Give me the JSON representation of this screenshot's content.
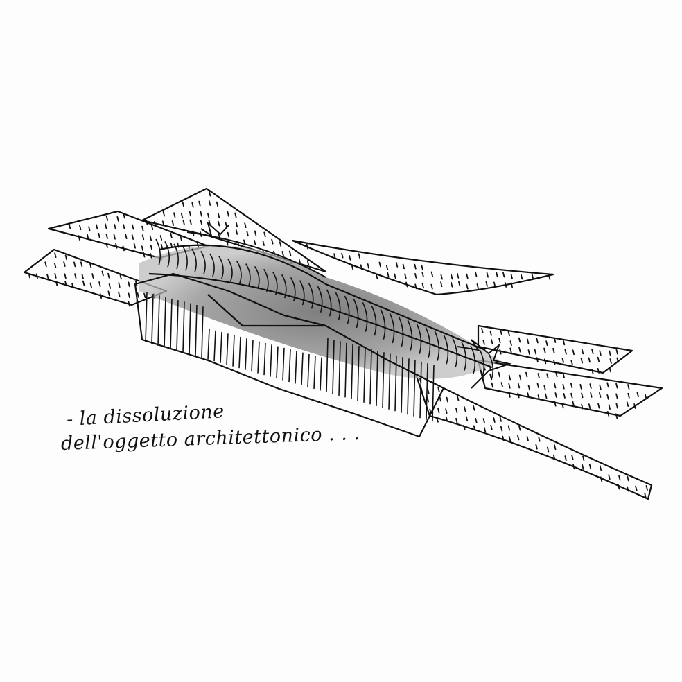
{
  "caption": {
    "line1": "- la dissoluzione",
    "line2": "dell'oggetto architettonico . . ."
  },
  "style": {
    "ink": "#111111",
    "paper": "#fdfdfd",
    "wash": "#6e6e6e"
  },
  "icons": [
    "architectural-sketch-drawing"
  ]
}
